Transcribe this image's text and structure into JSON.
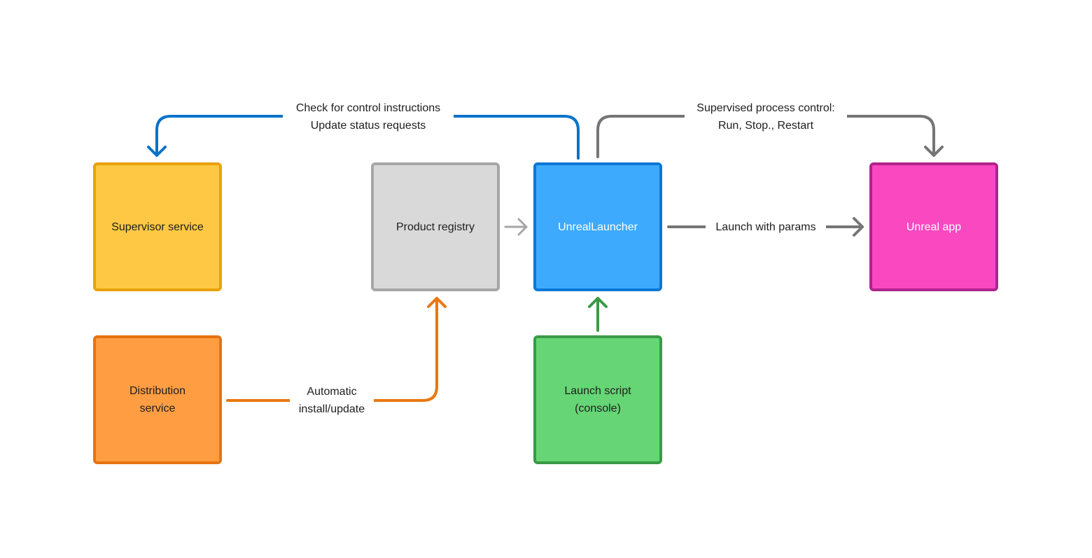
{
  "nodes": {
    "supervisor": {
      "text": "Supervisor service",
      "fill": "#FEC844",
      "stroke": "#E8A20C"
    },
    "distribution": {
      "line1": "Distribution",
      "line2": "service",
      "fill": "#FF9D43",
      "stroke": "#E7730F"
    },
    "registry": {
      "text": "Product registry",
      "fill": "#D9D9D9",
      "stroke": "#A6A6A6"
    },
    "launcher": {
      "text": "UnrealLauncher",
      "fill": "#3DAAFD",
      "stroke": "#0978D6"
    },
    "script": {
      "line1": "Launch script",
      "line2": "(console)",
      "fill": "#66D575",
      "stroke": "#3A9A45"
    },
    "unreal": {
      "text": "Unreal app",
      "fill": "#FA48C0",
      "stroke": "#B1238B"
    }
  },
  "edges": {
    "control": {
      "line1": "Check for control instructions",
      "line2": "Update status requests",
      "color": "#0A73C9"
    },
    "supervised": {
      "line1": "Supervised process control:",
      "line2": "Run, Stop., Restart",
      "color": "#757575"
    },
    "launch": {
      "text": "Launch with params",
      "color": "#757575"
    },
    "install": {
      "line1": "Automatic",
      "line2": "install/update",
      "color": "#E8780F"
    },
    "registry_to_launcher": {
      "color": "#A6A6A6"
    },
    "script_to_launcher": {
      "color": "#3A9A45"
    }
  }
}
